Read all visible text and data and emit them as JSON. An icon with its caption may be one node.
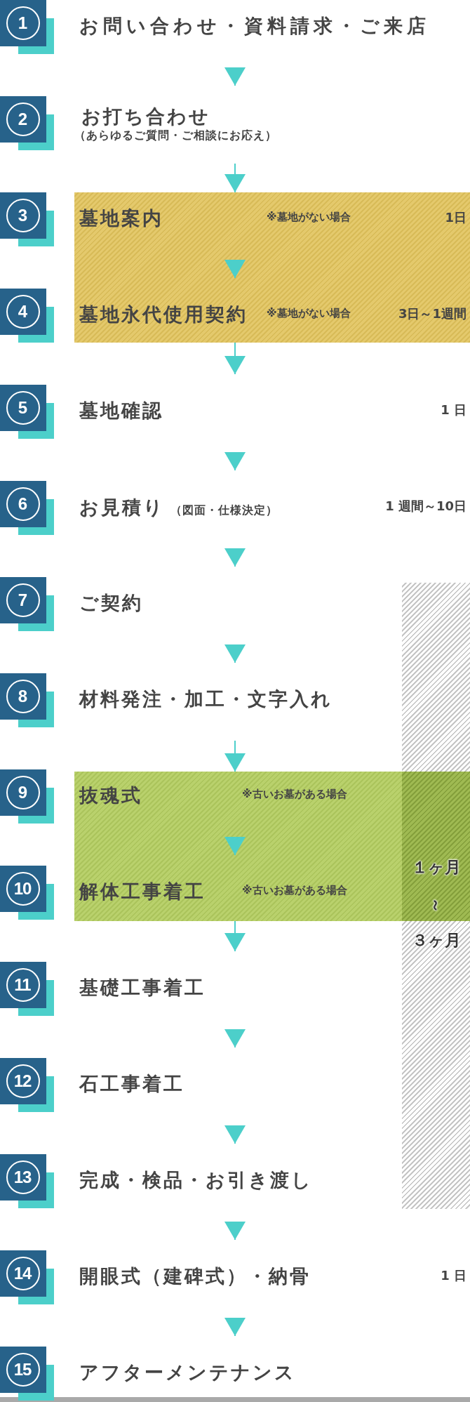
{
  "diagram": {
    "nodes": [
      {
        "text": [
          "1"
        ]
      },
      {
        "text": [
          "お問い合わせ・資料請求・ご来店"
        ]
      },
      {
        "text": [
          "2"
        ]
      },
      {
        "text": [
          "お打ち合わせ",
          "（あらゆるご質問・ご相談にお応え）"
        ]
      },
      {
        "text": [],
        "shape": "band"
      },
      {
        "text": [
          "3"
        ]
      },
      {
        "text": [
          "墓地案内"
        ],
        "beside": [
          "※墓地がない場合",
          "1日"
        ],
        "in": 4
      },
      {
        "text": [
          "4"
        ]
      },
      {
        "text": [
          "墓地永代使用契約"
        ],
        "beside": [
          "※墓地がない場合",
          "3日～1週間"
        ],
        "in": 4
      },
      {
        "text": [
          "5"
        ]
      },
      {
        "text": [
          "墓地確認"
        ],
        "beside": [
          "1 日"
        ]
      },
      {
        "text": [
          "6"
        ]
      },
      {
        "text": [
          "お見積り",
          "（図面・仕様決定）"
        ],
        "beside": [
          "1 週間～10日"
        ]
      },
      {
        "text": [
          "１ヶ月",
          "～",
          "３ヶ月"
        ]
      },
      {
        "text": [
          "7"
        ]
      },
      {
        "text": [
          "ご契約"
        ]
      },
      {
        "text": [
          "8"
        ]
      },
      {
        "text": [
          "材料発注・加工・文字入れ"
        ]
      },
      {
        "text": [],
        "shape": "band"
      },
      {
        "text": [
          "9"
        ]
      },
      {
        "text": [
          "抜魂式"
        ],
        "beside": [
          "※古いお墓がある場合"
        ],
        "in": 18
      },
      {
        "text": [
          "10"
        ]
      },
      {
        "text": [
          "解体工事着工"
        ],
        "beside": [
          "※古いお墓がある場合"
        ],
        "in": 18
      },
      {
        "text": [
          "11"
        ]
      },
      {
        "text": [
          "基礎工事着工"
        ]
      },
      {
        "text": [
          "12"
        ]
      },
      {
        "text": [
          "石工事着工"
        ]
      },
      {
        "text": [
          "13"
        ]
      },
      {
        "text": [
          "完成・検品・お引き渡し"
        ]
      },
      {
        "text": [
          "14"
        ]
      },
      {
        "text": [
          "開眼式（建碑式）・納骨"
        ],
        "beside": [
          "1 日"
        ]
      },
      {
        "text": [
          "15"
        ]
      },
      {
        "text": [
          "アフターメンテナンス"
        ]
      }
    ],
    "edges": [
      {
        "from": 1,
        "to": 3,
        "arrow": "to"
      },
      {
        "from": 3,
        "to": 6,
        "arrow": "to"
      },
      {
        "from": 6,
        "to": 8,
        "arrow": "to"
      },
      {
        "from": 8,
        "to": 10,
        "arrow": "to"
      },
      {
        "from": 10,
        "to": 12,
        "arrow": "to"
      },
      {
        "from": 12,
        "to": 15,
        "arrow": "to"
      },
      {
        "from": 15,
        "to": 17,
        "arrow": "to"
      },
      {
        "from": 17,
        "to": 20,
        "arrow": "to"
      },
      {
        "from": 20,
        "to": 22,
        "arrow": "to"
      },
      {
        "from": 22,
        "to": 24,
        "arrow": "to"
      },
      {
        "from": 24,
        "to": 26,
        "arrow": "to"
      },
      {
        "from": 26,
        "to": 28,
        "arrow": "to"
      },
      {
        "from": 28,
        "to": 30,
        "arrow": "to"
      },
      {
        "from": 30,
        "to": 32,
        "arrow": "to"
      }
    ]
  }
}
